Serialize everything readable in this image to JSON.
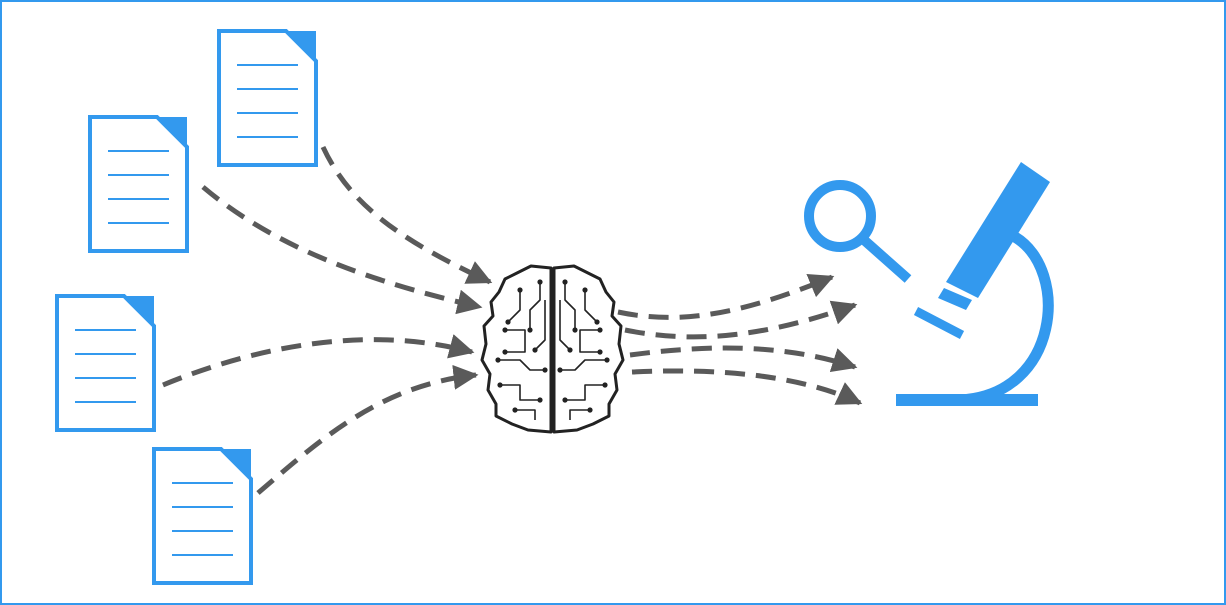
{
  "colors": {
    "accent": "#3399ee",
    "arrow": "#5a5a5a",
    "brain_stroke": "#222222",
    "background": "#ffffff"
  },
  "icons": {
    "documents": "document-icon",
    "brain": "circuit-brain-icon",
    "magnifier": "magnifying-glass-icon",
    "microscope": "microscope-icon"
  },
  "document_count": 4,
  "input_arrow_count": 4,
  "output_arrow_count": 4
}
